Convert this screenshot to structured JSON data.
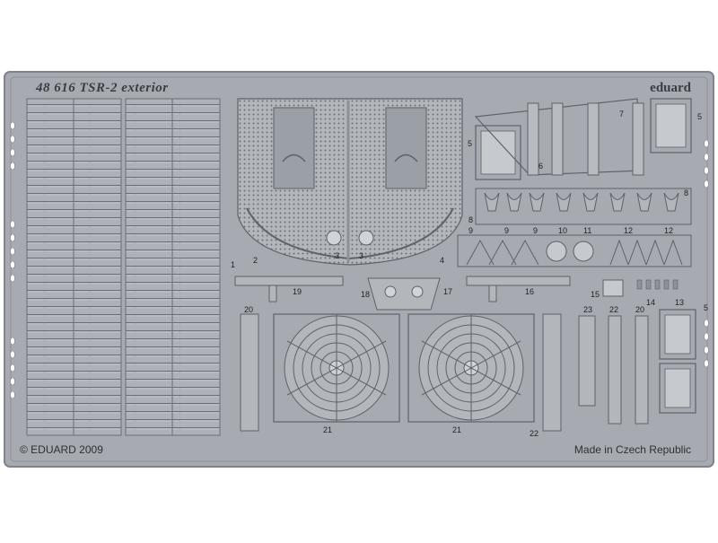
{
  "sheet": {
    "title": "48 616  TSR-2 exterior",
    "brand": "eduard",
    "copyright": "© EDUARD 2009",
    "made_in": "Made in Czech Republic"
  },
  "part_numbers": {
    "p1": "1",
    "p2": "2",
    "p3a": "3",
    "p3b": "3",
    "p4": "4",
    "p5a": "5",
    "p5b": "5",
    "p5c": "5",
    "p6": "6",
    "p7": "7",
    "p8a": "8",
    "p8b": "8",
    "p9a": "9",
    "p9b": "9",
    "p9c": "9",
    "p10": "10",
    "p11": "11",
    "p12a": "12",
    "p12b": "12",
    "p13": "13",
    "p14": "14",
    "p15": "15",
    "p16": "16",
    "p17": "17",
    "p18": "18",
    "p19": "19",
    "p20a": "20",
    "p20b": "20",
    "p21a": "21",
    "p21b": "21",
    "p22a": "22",
    "p22b": "22",
    "p23": "23"
  },
  "colors": {
    "metal": "#a7abb1",
    "metal_dark": "#7f848b",
    "metal_light": "#c6c9ce",
    "etch_line": "#5e6269"
  }
}
